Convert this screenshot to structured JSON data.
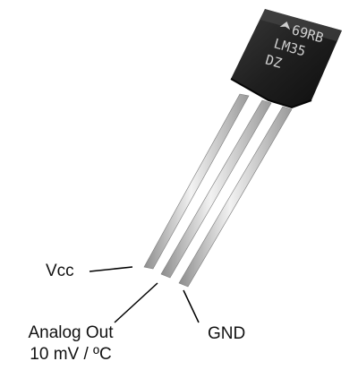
{
  "chip": {
    "marking_line1": "69RB",
    "marking_line2": "LM35",
    "marking_line3": "DZ"
  },
  "pins": {
    "vcc": "Vcc",
    "analog_out": "Analog Out",
    "analog_scale": "10 mV / ºC",
    "gnd": "GND"
  },
  "colors": {
    "body": "#1d1d1d",
    "lead": "#c8c8c8",
    "marking": "#cfcfcf",
    "leader_line": "#000000"
  }
}
